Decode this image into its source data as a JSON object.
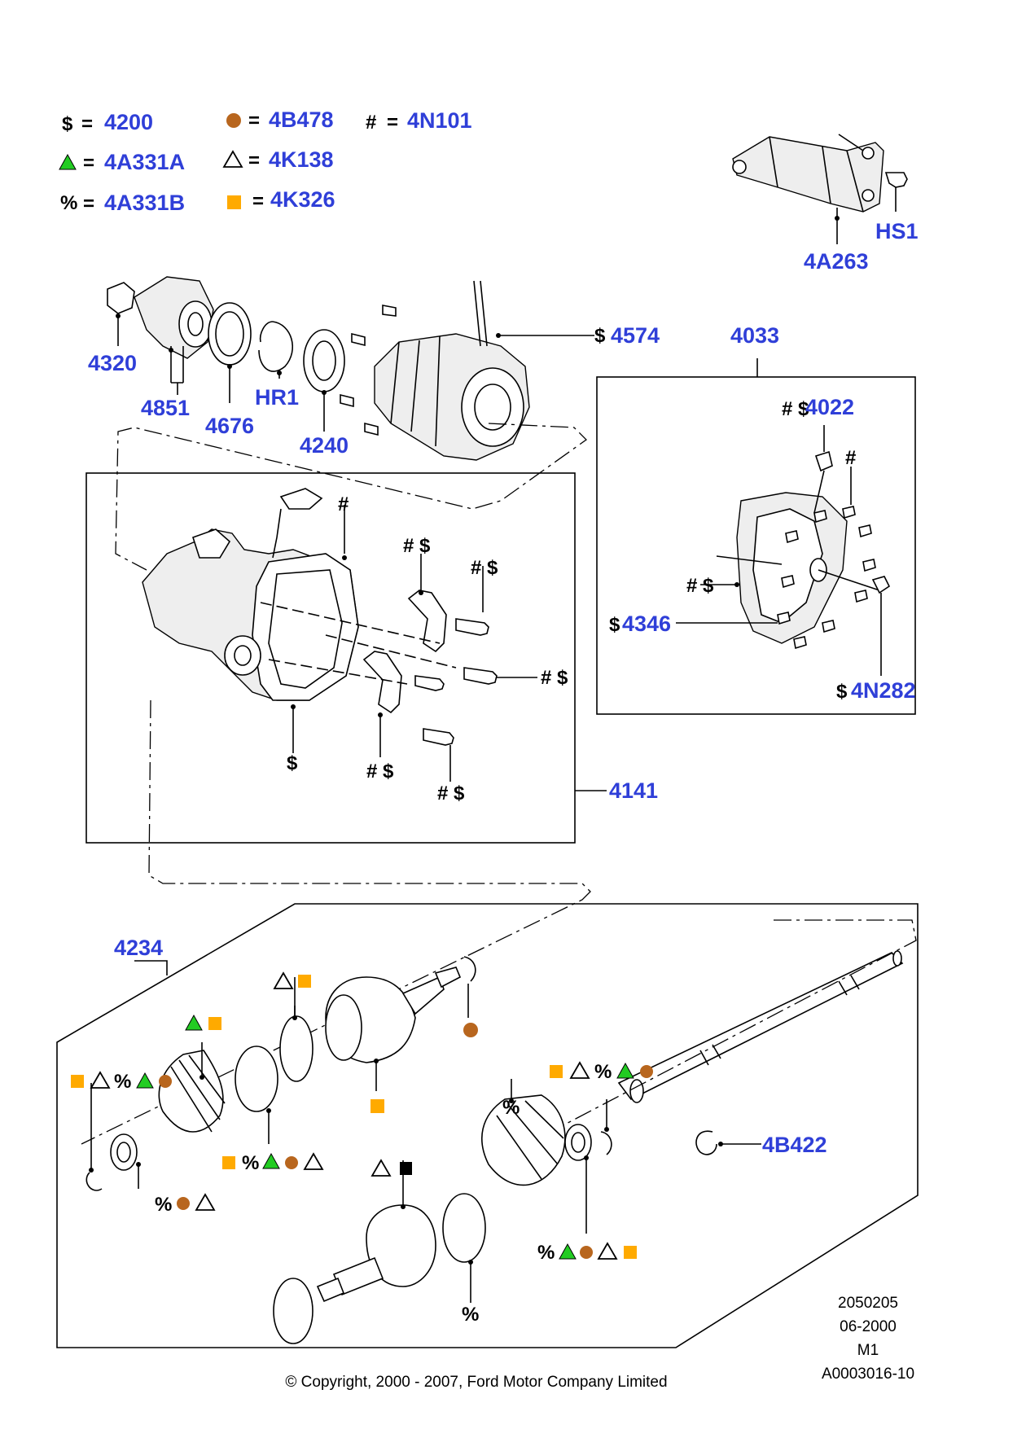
{
  "legend": [
    {
      "symbol": "$",
      "eq": "=",
      "code": "4200"
    },
    {
      "symbol": "brown-circle",
      "eq": "=",
      "code": "4B478"
    },
    {
      "symbol": "#",
      "eq": "=",
      "code": "4N101"
    },
    {
      "symbol": "green-triangle",
      "eq": "=",
      "code": "4A331A"
    },
    {
      "symbol": "white-triangle",
      "eq": "=",
      "code": "4K138"
    },
    {
      "symbol": "%",
      "eq": "=",
      "code": "4A331B"
    },
    {
      "symbol": "orange-square",
      "eq": "=",
      "code": "4K326"
    }
  ],
  "labels": {
    "hs1": "HS1",
    "p4a263": "4A263",
    "p4320": "4320",
    "p4851": "4851",
    "p4676": "4676",
    "hr1": "HR1",
    "p4240": "4240",
    "p4574": "4574",
    "p4033": "4033",
    "p4022": "4022",
    "p4346": "4346",
    "p4n282": "4N282",
    "p4141": "4141",
    "p4234": "4234",
    "p4b422": "4B422"
  },
  "symbols": {
    "dollar": "$",
    "hash": "#",
    "hash_dollar": "# $",
    "percent": "%"
  },
  "footer": {
    "copyright": "© Copyright, 2000 - 2007, Ford Motor Company Limited",
    "code1": "2050205",
    "date": "06-2000",
    "model": "M1",
    "ref": "A0003016-10"
  },
  "colors": {
    "label_blue": "#2f3fd8",
    "green": "#22cc22",
    "orange": "#ffaa00",
    "brown": "#b8661e",
    "black": "#000000"
  }
}
